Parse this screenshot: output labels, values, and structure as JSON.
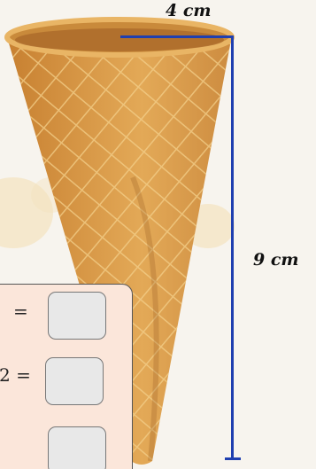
{
  "labels": {
    "radius": "4 cm",
    "height": "9 cm"
  },
  "panel": {
    "rows": [
      {
        "prefix": "=",
        "value": ""
      },
      {
        "prefix": "2  =",
        "value": ""
      },
      {
        "prefix": "",
        "value": ""
      }
    ]
  },
  "colors": {
    "measure_line": "#1f3fb0",
    "panel_bg": "#fbe6da",
    "cone": "#d9994a"
  }
}
